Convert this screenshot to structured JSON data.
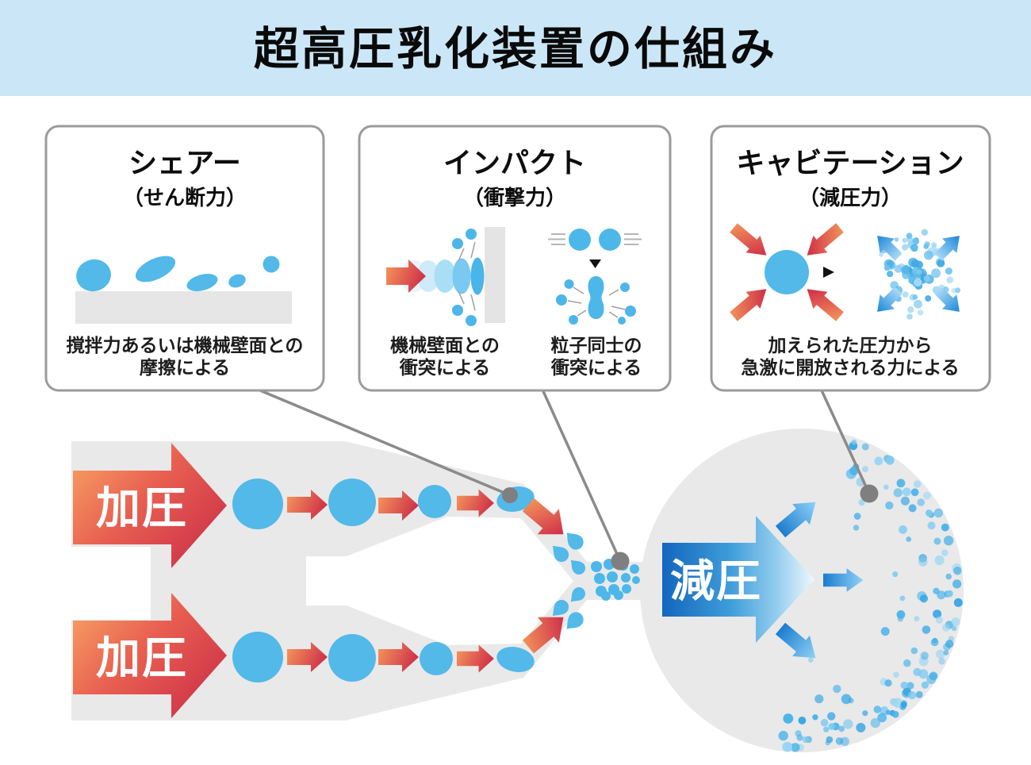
{
  "title": "超高圧乳化装置の仕組み",
  "colors": {
    "banner_bg": "#cbe7f7",
    "flow_gray": "#e9e9e9",
    "droplet_blue": "#52b9e9",
    "red_gradient_from": "#f69a5b",
    "red_gradient_to": "#d0344a",
    "blue_gradient_from": "#1366bd",
    "blue_gradient_to": "#eef8fe",
    "box_border_gray": "#9b9b9b",
    "connector_gray": "#8b8b8b"
  },
  "boxes": {
    "shear": {
      "title": "シェアー",
      "subtitle": "（せん断力）",
      "caption_line1": "撹拌力あるいは機械壁面との",
      "caption_line2": "摩擦による"
    },
    "impact": {
      "title": "インパクト",
      "subtitle": "（衝撃力）",
      "caption_wall_line1": "機械壁面との",
      "caption_wall_line2": "衝突による",
      "caption_particle_line1": "粒子同士の",
      "caption_particle_line2": "衝突による"
    },
    "cavitation": {
      "title": "キャビテーション",
      "subtitle": "（減圧力）",
      "caption_line1": "加えられた圧力から",
      "caption_line2": "急激に開放される力による"
    }
  },
  "flow": {
    "pressure_top": "加圧",
    "pressure_bottom": "加圧",
    "decompression": "減圧"
  }
}
